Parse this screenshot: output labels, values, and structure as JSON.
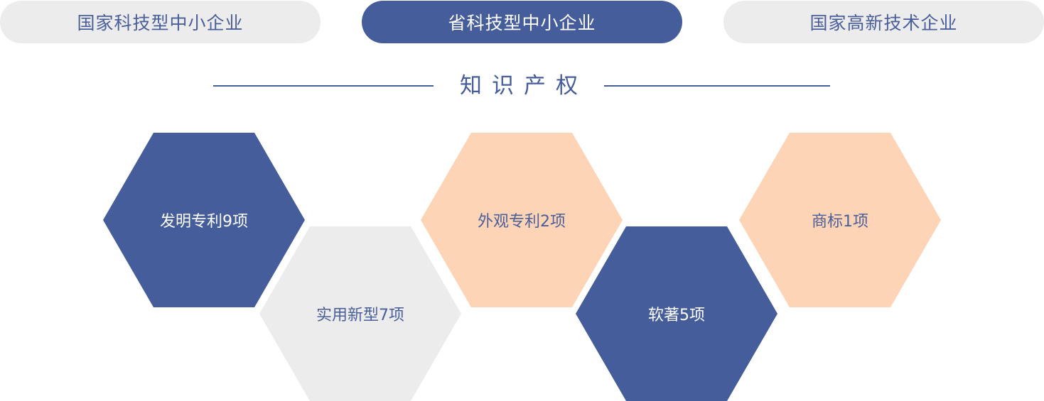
{
  "tabs": [
    {
      "label": "国家科技型中小企业",
      "active": false
    },
    {
      "label": "省科技型中小企业",
      "active": true
    },
    {
      "label": "国家高新技术企业",
      "active": false
    }
  ],
  "section": {
    "title": "知识产权"
  },
  "ip_items": [
    {
      "label": "发明专利9项",
      "color": "#455d9b"
    },
    {
      "label": "实用新型7项",
      "color": "#ececec"
    },
    {
      "label": "外观专利2项",
      "color": "#fdd4b6"
    },
    {
      "label": "软著5项",
      "color": "#455d9b"
    },
    {
      "label": "商标1项",
      "color": "#fdd4b6"
    }
  ],
  "colors": {
    "accent": "#455d9b",
    "inactive_bg": "#ececec",
    "peach": "#fdd4b6"
  }
}
